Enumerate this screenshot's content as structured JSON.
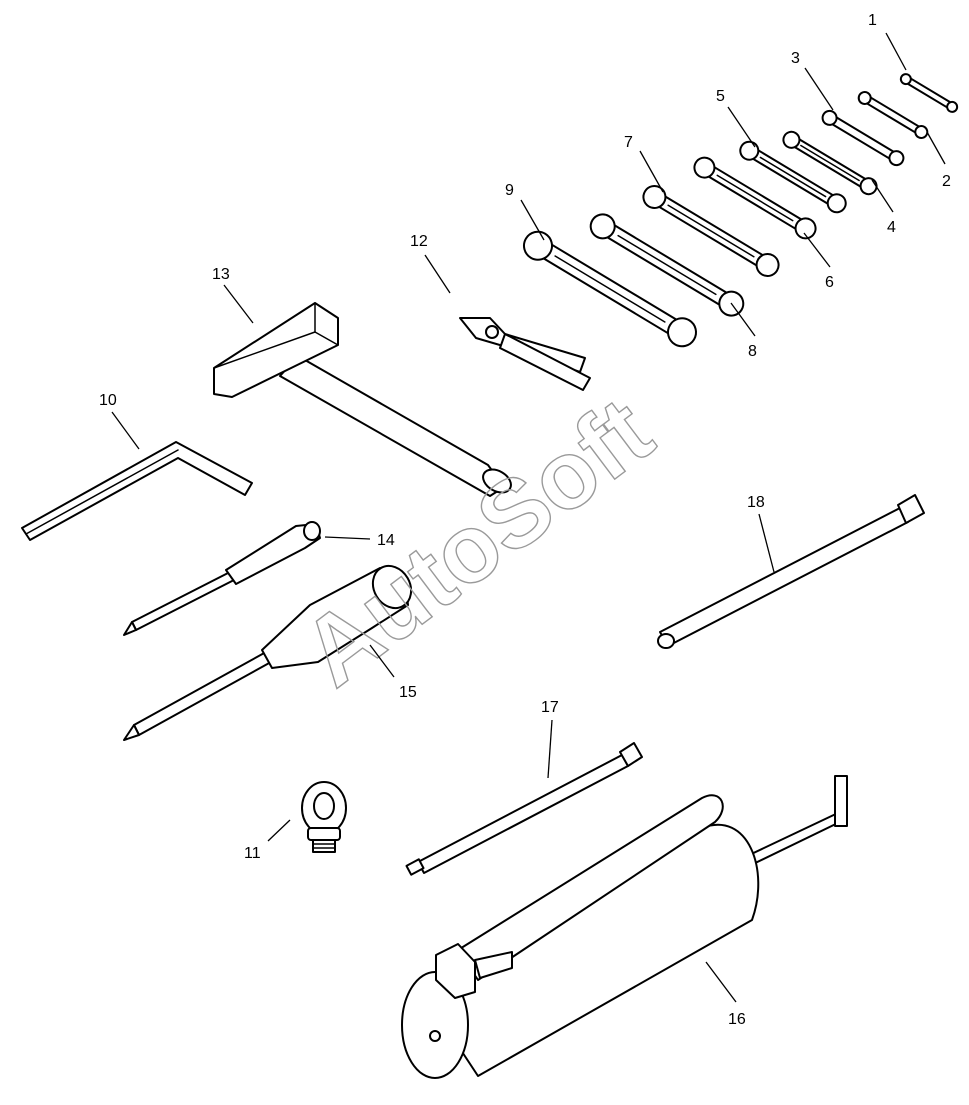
{
  "watermark": "AutoSoft",
  "colors": {
    "ink": "#000000",
    "paper": "#ffffff",
    "watermark": "#9a9a9a"
  },
  "callouts": [
    "1",
    "2",
    "3",
    "4",
    "5",
    "6",
    "7",
    "8",
    "9",
    "10",
    "11",
    "12",
    "13",
    "14",
    "15",
    "16",
    "17",
    "18"
  ]
}
